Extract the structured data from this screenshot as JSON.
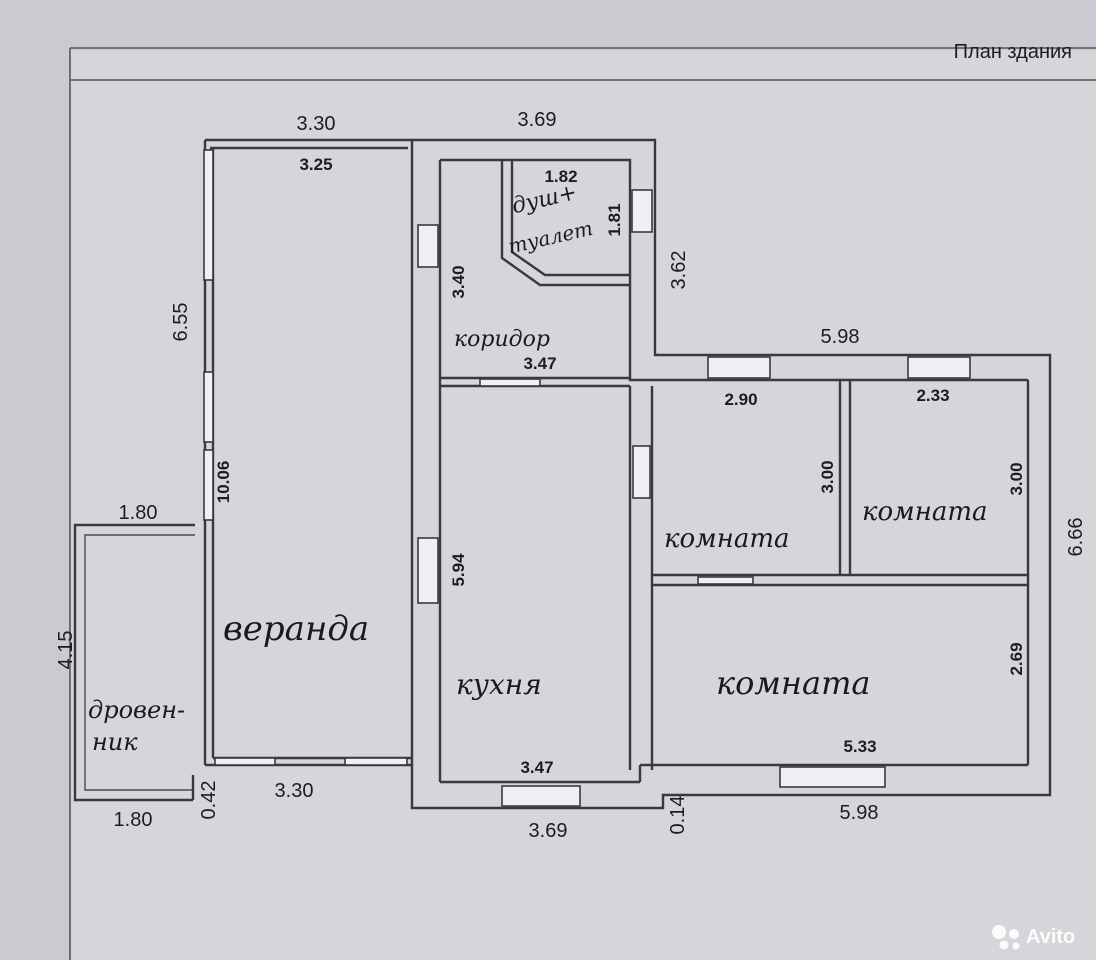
{
  "header": {
    "title": "План здания"
  },
  "rooms": {
    "veranda": "веранда",
    "drovennik_line1": "дровен-",
    "drovennik_line2": "ник",
    "shower_line1": "душ+",
    "shower_line2": "туалет",
    "corridor": "коридор",
    "kitchen": "кухня",
    "room_small_left": "комната",
    "room_small_right": "комната",
    "room_large": "комната"
  },
  "dimensions": {
    "top_left_outer": "3.30",
    "top_mid_outer": "3.69",
    "veranda_inner_top": "3.25",
    "veranda_wall_upper": "6.55",
    "veranda_inner_height": "10.06",
    "drovennik_top": "1.80",
    "drovennik_height": "4.15",
    "drovennik_bottom": "1.80",
    "offset_left": "0.42",
    "veranda_bottom": "3.30",
    "shower_width": "1.82",
    "shower_depth": "1.81",
    "corridor_height": "3.40",
    "corridor_step": "3.62",
    "corridor_width": "3.47",
    "right_block_top": "5.98",
    "room_left_width": "2.90",
    "room_right_width": "2.33",
    "room_left_height": "3.00",
    "room_right_height": "3.00",
    "right_block_height": "6.66",
    "kitchen_height": "5.94",
    "kitchen_inner_bottom": "3.47",
    "large_room_height": "2.69",
    "large_room_width": "5.33",
    "bottom_mid_outer": "3.69",
    "offset_bottom": "0.14",
    "bottom_right_outer": "5.98"
  },
  "watermark": {
    "text": "Avito"
  }
}
